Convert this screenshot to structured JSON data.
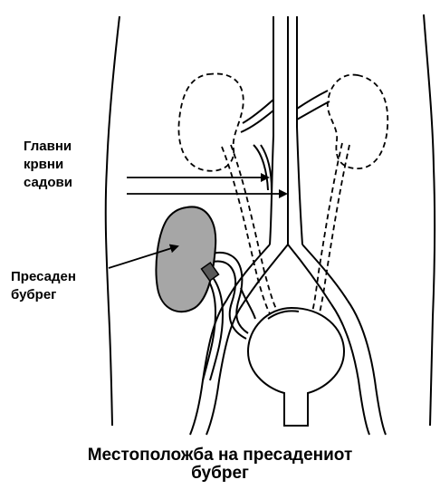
{
  "labels": {
    "vessels": [
      "Главни",
      "крвни",
      "садови"
    ],
    "kidney": [
      "Пресаден",
      "бубрег"
    ]
  },
  "caption": [
    "Местоположба на пресадениот",
    "бубрег"
  ],
  "colors": {
    "line": "#000000",
    "transplant_kidney_fill": "#a6a6a6",
    "background": "#ffffff"
  }
}
